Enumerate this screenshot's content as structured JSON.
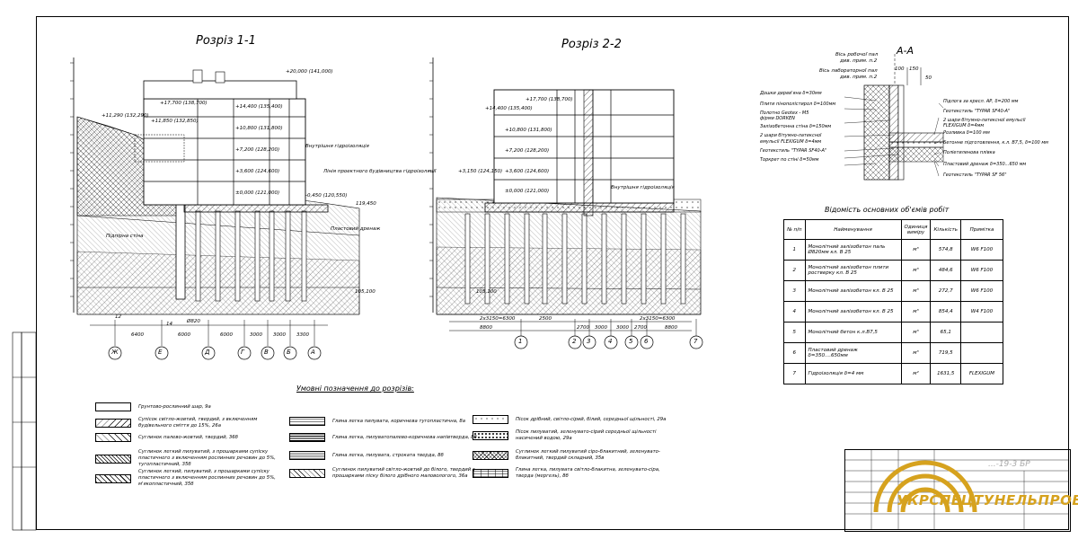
{
  "section_1": {
    "title": "Розріз 1-1",
    "levels": [
      "+20,000 (141,000)",
      "+17,700 (138,700)",
      "+14,400 (135,400)",
      "+10,800 (131,800)",
      "+7,200 (128,200)",
      "+3,600 (124,600)",
      "±0,000 (121,000)",
      "+11,290 (132,290)",
      "+11,850 (132,850)",
      "-0,450 (120,550)"
    ],
    "notes": [
      "Внутрішня гідроізоляція",
      "Лінія проектного будівництва гідроізоляції"
    ],
    "axis_dims": [
      "6400",
      "6000",
      "6000",
      "3000",
      "3000",
      "3300"
    ],
    "axes": [
      "Ж",
      "Е",
      "Д",
      "Г",
      "В",
      "Б",
      "А"
    ],
    "misc": [
      "Підпірна стіна",
      "Пластовий дренаж",
      "119,450",
      "105,100",
      "12",
      "14",
      "Ø820"
    ]
  },
  "section_2": {
    "title": "Розріз 2-2",
    "levels": [
      "+17,700 (138,700)",
      "+14,400 (135,400)",
      "+10,800 (131,800)",
      "+7,200 (128,200)",
      "+3,600 (124,600)",
      "±0,000 (121,000)",
      "+3,150 (124,150)"
    ],
    "notes": [
      "Внутрішня гідроізоляція"
    ],
    "dims_top": [
      "2х3150=6300",
      "2500",
      "2х3150=6300"
    ],
    "dims_bottom": [
      "8800",
      "2700",
      "3000",
      "3000",
      "2700",
      "8800"
    ],
    "axes": [
      "1",
      "2",
      "3",
      "4",
      "5",
      "6",
      "7"
    ],
    "misc": [
      "105,100"
    ]
  },
  "section_a": {
    "title": "А-А",
    "top_labels": [
      "Вісь робочої пал",
      "див. прим. п.2",
      "Вісь лабораторної пал",
      "див. прим. п.2"
    ],
    "dims": [
      "100",
      "150",
      "50"
    ],
    "left_layers": [
      "Дошки дерев'яна δ=30мм",
      "Плити пінополістирол δ=100мм",
      "Полотно Geotex - M5",
      "фірми DORKEN",
      "Залізобетонна стіна δ=150мм",
      "2 шари бітумно-латексної",
      "емульсії FLEXIGUM δ=4мм",
      "Геотекстиль \"TYPAR SF40-A\"",
      "Торкрет по стіні δ=50мм"
    ],
    "right_layers": [
      "Підлога за кресл. АР, δ=200 мм",
      "Геотекстиль \"TYPAR SF40-A\"",
      "2 шари бітумно-латексної емульсії",
      "FLEXIGUM δ=4мм",
      "Розливкa δ=100 мм",
      "Бетонне підготовлення, к.л. В7,5, δ=100 мм",
      "Поліетиленова плівка",
      "Пластовий дренаж δ=350...650 мм",
      "Геотекстиль \"TYPAR SF 56\""
    ]
  },
  "volumes_table": {
    "title": "Відомість основних об'ємів робіт",
    "headers": [
      "№ п/п",
      "Найменування",
      "Одиниця виміру",
      "Кількість",
      "Примітка"
    ],
    "rows": [
      {
        "n": "1",
        "name": "Монолітний залізобетон паль Ø820мм кл. В 25",
        "unit": "м³",
        "qty": "574,8",
        "note": "W6 F100"
      },
      {
        "n": "2",
        "name": "Монолітний залізобетон плити ростверку кл. В 25",
        "unit": "м³",
        "qty": "484,6",
        "note": "W6 F100"
      },
      {
        "n": "3",
        "name": "Монолітний залізобетон кл. В 25",
        "unit": "м³",
        "qty": "272,7",
        "note": "W6 F100"
      },
      {
        "n": "4",
        "name": "Монолітний залізобетон кл. В 25",
        "unit": "м³",
        "qty": "854,4",
        "note": "W4 F100"
      },
      {
        "n": "5",
        "name": "Монолітний бетон к.л.В7,5",
        "unit": "м³",
        "qty": "65,1",
        "note": ""
      },
      {
        "n": "6",
        "name": "Пластовий дренаж δ=350....650мм",
        "unit": "м³",
        "qty": "719,5",
        "note": ""
      },
      {
        "n": "7",
        "name": "Гідроізоляція δ=4 мм",
        "unit": "м²",
        "qty": "1631,5",
        "note": "FLEXIGUM"
      }
    ]
  },
  "legend": {
    "title": "Умовні позначення до розрізів:",
    "items": [
      "Грунтово-рослинний шар, 9а",
      "Супісок світло-жовтий, твердий, з включенням будівельного сміття до 15%, 26а",
      "Суглинок палево-жовтий, твердий, 36б",
      "Суглинок легкий пилуватий, з прошарками супіску пластичного з включенням рослинних речовин до 5%, тугопластичний, 35б",
      "Суглинок легкий, пилуватий, з прошарками супіску пластичного з включенням рослинних речовин до 5%, м'якопластичний, 35б",
      "Глина легка пилувата, коричнева тугопластична, 8а",
      "Глина легка, пилуватопалево-коричнева напівтверда, 8б",
      "Глина легка, пилувата, строката тверда, 8б",
      "Суглинок пилуватий світло-жовтий до білого, твердий з прошарками піску білого дрібного маловологого, 36а",
      "Пісок дрібний, світло-сірий, білий, середньої щільності, 29а",
      "Пісок пилуватий, зеленувато-сірий середньої щільності насичений водою, 29а",
      "Суглинок легкий пилуватий сіро-блакитний, зеленувато-блакитний, твердий складний, 35в",
      "Глина легка, пилувата світло-блакитна, зеленувато-сіра, тверда (мергель), 8б"
    ]
  },
  "stamp": {
    "code": "...-19-3 БР",
    "company": "УКРСПЕЦТУНЕЛЬПРОЕКТ"
  }
}
